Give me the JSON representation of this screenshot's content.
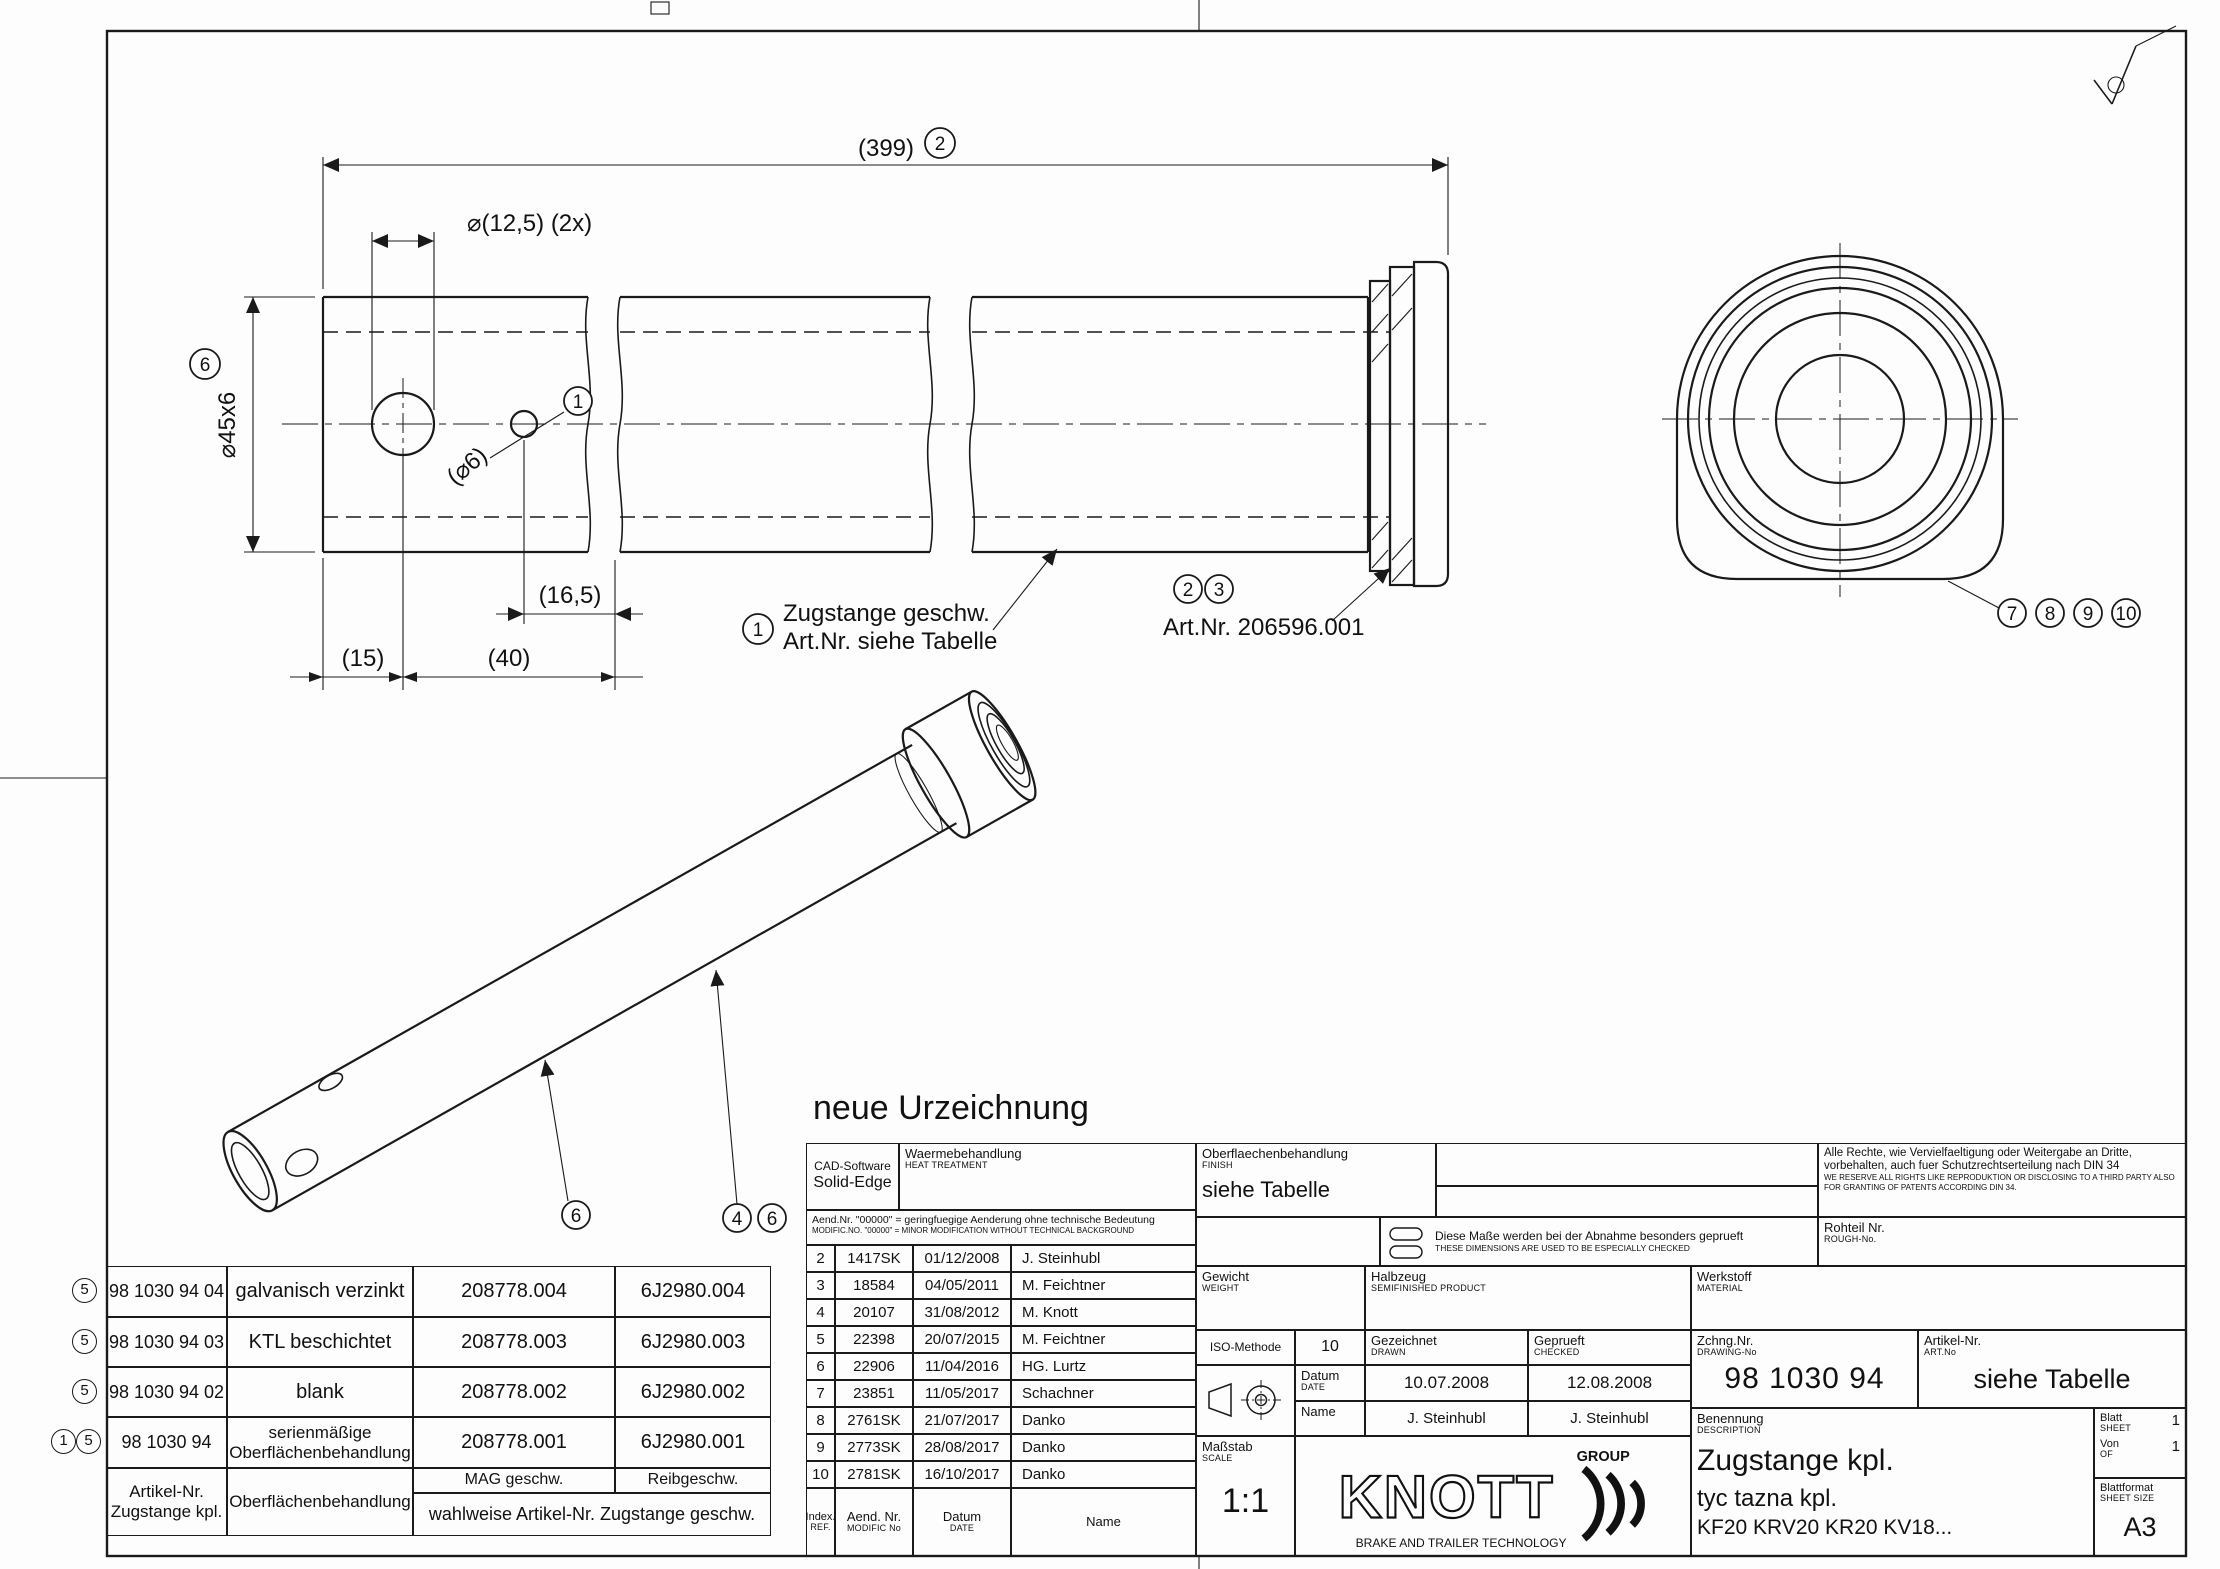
{
  "drawing": {
    "dims": {
      "len": "(399)",
      "hole_dia": "⌀(12,5) (2x)",
      "tube_dia": "⌀45x6",
      "small_hole": "(⌀6)",
      "d165": "(16,5)",
      "d15": "(15)",
      "d40": "(40)"
    },
    "balloons": {
      "b1": "1",
      "b2": "2",
      "b3": "3",
      "b4": "4",
      "b5": "5",
      "b6": "6",
      "b7": "7",
      "b8": "8",
      "b9": "9",
      "b10": "10"
    },
    "notes": {
      "weld1": "Zugstange geschw.",
      "weld2": "Art.Nr. siehe Tabelle",
      "flange_art": "Art.Nr. 206596.001",
      "new_drawing": "neue Urzeichnung"
    }
  },
  "parts_table": {
    "rows": [
      {
        "art": "98 1030 94 04",
        "finish": "galvanisch verzinkt",
        "weld": "208778.004",
        "frict": "6J2980.004"
      },
      {
        "art": "98 1030 94 03",
        "finish": "KTL beschichtet",
        "weld": "208778.003",
        "frict": "6J2980.003"
      },
      {
        "art": "98 1030 94 02",
        "finish": "blank",
        "weld": "208778.002",
        "frict": "6J2980.002"
      },
      {
        "art": "98 1030 94",
        "finish": "serienmäßige Oberflächenbehandlung",
        "weld": "208778.001",
        "frict": "6J2980.001"
      }
    ],
    "hdr_art1": "Artikel-Nr.",
    "hdr_art2": "Zugstange kpl.",
    "hdr_finish": "Oberflächenbehandlung",
    "hdr_weld": "MAG geschw.",
    "hdr_frict": "Reibgeschw.",
    "footer": "wahlweise Artikel-Nr. Zugstange geschw."
  },
  "revisions": {
    "note_de": "Aend.Nr. \"00000\" = geringfuegige Aenderung ohne technische Bedeutung",
    "note_en": "MODIFIC.NO. \"00000\" = MINOR MODIFICATION WITHOUT TECHNICAL BACKGROUND",
    "rows": [
      {
        "i": "2",
        "no": "1417SK",
        "date": "01/12/2008",
        "name": "J. Steinhubl"
      },
      {
        "i": "3",
        "no": "18584",
        "date": "04/05/2011",
        "name": "M. Feichtner"
      },
      {
        "i": "4",
        "no": "20107",
        "date": "31/08/2012",
        "name": "M. Knott"
      },
      {
        "i": "5",
        "no": "22398",
        "date": "20/07/2015",
        "name": "M. Feichtner"
      },
      {
        "i": "6",
        "no": "22906",
        "date": "11/04/2016",
        "name": "HG. Lurtz"
      },
      {
        "i": "7",
        "no": "23851",
        "date": "11/05/2017",
        "name": "Schachner"
      },
      {
        "i": "8",
        "no": "2761SK",
        "date": "21/07/2017",
        "name": "Danko"
      },
      {
        "i": "9",
        "no": "2773SK",
        "date": "28/08/2017",
        "name": "Danko"
      },
      {
        "i": "10",
        "no": "2781SK",
        "date": "16/10/2017",
        "name": "Danko"
      }
    ],
    "col_index_de": "Index.",
    "col_index_en": "REF.",
    "col_no_de": "Aend. Nr.",
    "col_no_en": "MODIFIC No",
    "col_date_de": "Datum",
    "col_date_en": "DATE",
    "col_name": "Name"
  },
  "title_block": {
    "cad1": "CAD-Software",
    "cad2": "Solid-Edge",
    "heat1": "Waermebehandlung",
    "heat2": "HEAT TREATMENT",
    "finish1": "Oberflaechenbehandlung",
    "finish2": "FINISH",
    "finish_val": "siehe Tabelle",
    "rights_de": "Alle Rechte, wie Vervielfaeltigung oder Weitergabe an Dritte, vorbehalten, auch fuer Schutzrechtserteilung nach DIN 34",
    "rights_en": "WE RESERVE ALL RIGHTS LIKE REPRODUKTION OR DISCLOSING TO A THIRD PARTY ALSO FOR GRANTING OF PATENTS ACCORDING DIN 34.",
    "check_de": "Diese Maße werden bei der Abnahme besonders geprueft",
    "check_en": "THESE DIMENSIONS ARE USED TO BE ESPECIALLY CHECKED",
    "rohteil1": "Rohteil Nr.",
    "rohteil2": "ROUGH-No.",
    "gewicht1": "Gewicht",
    "gewicht2": "WEIGHT",
    "halbzeug1": "Halbzeug",
    "halbzeug2": "SEMIFINISHED PRODUCT",
    "werkstoff1": "Werkstoff",
    "werkstoff2": "MATERIAL",
    "zchng1": "Zchng.Nr.",
    "zchng2": "DRAWING-No",
    "zchng_val": "98 1030 94",
    "artikel1": "Artikel-Nr.",
    "artikel2": "ART.No",
    "artikel_val": "siehe Tabelle",
    "iso_label": "ISO-Methode",
    "iso_val": "10",
    "gezeichnet1": "Gezeichnet",
    "gezeichnet2": "DRAWN",
    "geprueft1": "Geprueft",
    "geprueft2": "CHECKED",
    "datum1": "Datum",
    "datum2": "DATE",
    "name_label": "Name",
    "drawn_date": "10.07.2008",
    "checked_date": "12.08.2008",
    "drawn_name": "J. Steinhubl",
    "checked_name": "J. Steinhubl",
    "scale1": "Maßstab",
    "scale2": "SCALE",
    "scale_val": "1:1",
    "brand": "KNOTT",
    "brand_group": "GROUP",
    "brand_sub": "BRAKE AND TRAILER TECHNOLOGY",
    "benennung1": "Benennung",
    "benennung2": "DESCRIPTION",
    "title_main": "Zugstange kpl.",
    "title_sub": "tyc tazna kpl.",
    "title_models": "KF20 KRV20 KR20 KV18...",
    "blatt1": "Blatt",
    "blatt2": "SHEET",
    "blatt_val": "1",
    "von1": "Von",
    "von2": "OF",
    "von_val": "1",
    "format1": "Blattformat",
    "format2": "SHEET SIZE",
    "format_val": "A3"
  }
}
